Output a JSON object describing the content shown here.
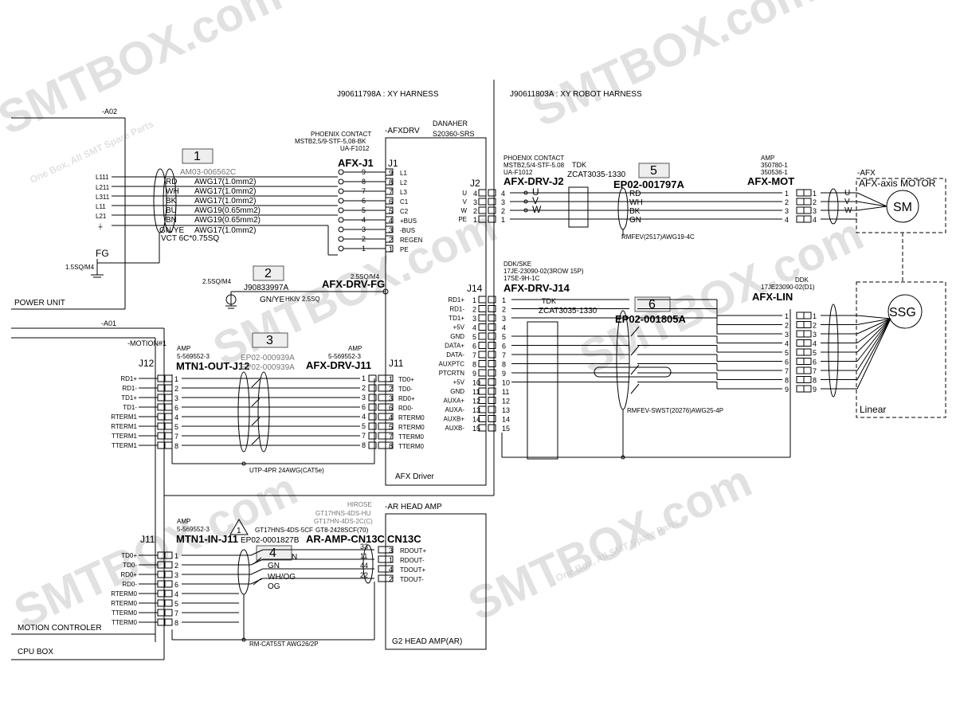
{
  "top": {
    "xy_harness": "J90611798A : XY HARNESS",
    "xy_robot_harness": "J90611803A : XY ROBOT HARNESS"
  },
  "watermark": {
    "text": "SMTBOX.com",
    "sub": "One Box, All SMT Spare Parts"
  },
  "power_unit": {
    "ref": "-A02",
    "label": "POWER UNIT",
    "pins": [
      "L111",
      "L211",
      "L311",
      "L11",
      "L21",
      "⏚"
    ],
    "fg": "FG",
    "fg_size": "1.5SQ/M4"
  },
  "harness1": {
    "tag": "1",
    "part": "AM03-006562C",
    "colors": [
      "RD",
      "WH",
      "BK",
      "BU",
      "BN",
      "GN/YE"
    ],
    "awgs": [
      "AWG17(1.0mm2)",
      "AWG17(1.0mm2)",
      "AWG17(1.0mm2)",
      "AWG19(0.65mm2)",
      "AWG19(0.65mm2)",
      "AWG17(1.0mm2)"
    ],
    "cable": "VCT 6C*0.75SQ"
  },
  "afx_j1": {
    "maker": "PHOENIX CONTACT",
    "model1": "MSTB2,5/9-STF-5,08-BK",
    "model2": "UA-F1012",
    "name": "AFX-J1",
    "j": "J1",
    "pins": [
      "9",
      "8",
      "7",
      "6",
      "5",
      "4",
      "3",
      "2",
      "1"
    ],
    "signals": [
      "L1",
      "L2",
      "L3",
      "C1",
      "C2",
      "+BUS",
      "-BUS",
      "REGEN",
      "PE"
    ]
  },
  "harness2": {
    "tag": "2",
    "left_size": "2.5SQ/M4",
    "part": "J90833997A",
    "wire": "GN/YE",
    "spec": "HKIV 2.5SQ",
    "right_size": "2.5SQ/M4",
    "name": "AFX-DRV-FG"
  },
  "afx_driver": {
    "ref": "-AFXDRV",
    "maker": "DANAHER",
    "model": "S20360-SRS",
    "label": "AFX Driver"
  },
  "motion": {
    "ref": "-A01",
    "sub": "-MOTION#1",
    "j12": "J12",
    "j11": "J11",
    "j12_signals": [
      "RD1+",
      "RD1-",
      "TD1+",
      "TD1-",
      "RTERM1",
      "RTERM1",
      "TTERM1",
      "TTERM1"
    ],
    "j11_signals": [
      "TD0+",
      "TD0-",
      "RD0+",
      "RD0-",
      "RTERM0",
      "RTERM0",
      "TTERM0",
      "TTERM0"
    ],
    "controller": "MOTION CONTROLER",
    "cpu_box": "CPU BOX"
  },
  "harness3": {
    "tag": "3",
    "left_maker": "AMP",
    "left_model": "5-569552-3",
    "left_name": "MTN1-OUT-J12",
    "part1": "EP02-000939A",
    "part2": "EP02-000939A",
    "right_maker": "AMP",
    "right_model": "5-569552-3",
    "right_name": "AFX-DRV-J11",
    "left_pins": [
      "1",
      "2",
      "3",
      "6",
      "4",
      "5",
      "7",
      "8"
    ],
    "right_pins": [
      "1",
      "2",
      "3",
      "6",
      "4",
      "5",
      "7",
      "8"
    ],
    "cable": "UTP-4PR 24AWG(CAT5e)"
  },
  "drv_j11": {
    "j": "J11",
    "pins": [
      "1",
      "2",
      "3",
      "6",
      "4",
      "5",
      "7",
      "8"
    ],
    "signals": [
      "TD0+",
      "TD0-",
      "RD0+",
      "RD0-",
      "RTERM0",
      "RTERM0",
      "TTERM0",
      "TTERM0"
    ]
  },
  "j2": {
    "j": "J2",
    "signals": [
      "U",
      "V",
      "W",
      "PE"
    ],
    "pins": [
      "4",
      "3",
      "2",
      "1"
    ]
  },
  "harness5": {
    "tag": "5",
    "maker": "PHOENIX CONTACT",
    "model1": "MSTB2,5/4-STF-5.08",
    "model2": "UA-F1012",
    "name": "AFX-DRV-J2",
    "tdk": "TDK",
    "core": "ZCAT3035-1330",
    "part": "EP02-001797A",
    "left_pins": [
      "4",
      "3",
      "2",
      "1"
    ],
    "phases": [
      "U",
      "V",
      "W"
    ],
    "colors": [
      "RD",
      "WH",
      "BK",
      "GN"
    ],
    "cable": "RMFEV(2517)AWG19-4C",
    "right_maker": "AMP",
    "right_model1": "350780-1",
    "right_model2": "350536-1",
    "right_name": "AFX-MOT",
    "right_pins": [
      "1",
      "2",
      "3",
      "4"
    ]
  },
  "afx_motor": {
    "ref": "-AFX",
    "title": "AFX-axis MOTOR",
    "pins": [
      "1",
      "2",
      "3",
      "4"
    ],
    "phases": [
      "U",
      "V",
      "W"
    ],
    "sm": "SM",
    "ssg": "SSG",
    "linear": "Linear"
  },
  "j14": {
    "j": "J14",
    "signals": [
      "RD1+",
      "RD1-",
      "TD1+",
      "+5V",
      "GND",
      "DATA+",
      "DATA-",
      "AUXPTC",
      "PTCRTN",
      "+5V",
      "GND",
      "AUXA+",
      "AUXA-",
      "AUXB+",
      "AUXB-"
    ],
    "pins": [
      "1",
      "2",
      "3",
      "4",
      "5",
      "6",
      "7",
      "8",
      "9",
      "10",
      "11",
      "12",
      "13",
      "14",
      "15"
    ]
  },
  "harness6": {
    "tag": "6",
    "maker": "DDK/SKE",
    "model1": "17JE-23090-02(3ROW 15P)",
    "model2": "17SE-9H-1C",
    "name": "AFX-DRV-J14",
    "tdk": "TDK",
    "core": "ZCAT3035-1330",
    "part": "EP02-001805A",
    "left_pins": [
      "1",
      "2",
      "3",
      "4",
      "5",
      "6",
      "7",
      "8",
      "9",
      "10",
      "11",
      "12",
      "13",
      "14",
      "15"
    ],
    "cable": "RMFEV-SWST(20276)AWG25-4P",
    "right_maker": "DDK",
    "right_model": "17JE23090-02(D1)",
    "right_name": "AFX-LIN",
    "right_pins": [
      "1",
      "2",
      "3",
      "4",
      "5",
      "6",
      "7",
      "8",
      "9"
    ],
    "ssg_pins": [
      "1",
      "2",
      "3",
      "4",
      "5",
      "6",
      "7",
      "8",
      "9"
    ]
  },
  "harness4": {
    "tag": "4",
    "left_maker": "AMP",
    "left_model": "5-569552-3",
    "left_name": "MTN1-IN-J11",
    "warning": "1",
    "maker": "HIROSE",
    "model1": "GT17HNS-4DS-HU",
    "model2": "GT17HN-4DS-2C(C)",
    "model3": "GT17HNS-4DS-5CF",
    "model4": "GT8-2428SCF(70)",
    "part": "EP02-0001827B",
    "right_name": "AR-AMP-CN13C",
    "left_pins": [
      "1",
      "2",
      "3",
      "6",
      "4",
      "5",
      "7",
      "8"
    ],
    "wires": [
      "N",
      "GN",
      "WH/OG",
      "OG"
    ],
    "right_pins": [
      "33",
      "11",
      "44",
      "22"
    ],
    "cable": "RM-CAT5ST AWG26/2P"
  },
  "head_amp": {
    "ref": "-AR HEAD AMP",
    "cn": "CN13C",
    "pins": [
      "3",
      "1",
      "4",
      "2"
    ],
    "signals": [
      "RDOUT+",
      "RDOUT-",
      "TDOUT+",
      "TDOUT-"
    ],
    "label": "G2 HEAD AMP(AR)"
  }
}
